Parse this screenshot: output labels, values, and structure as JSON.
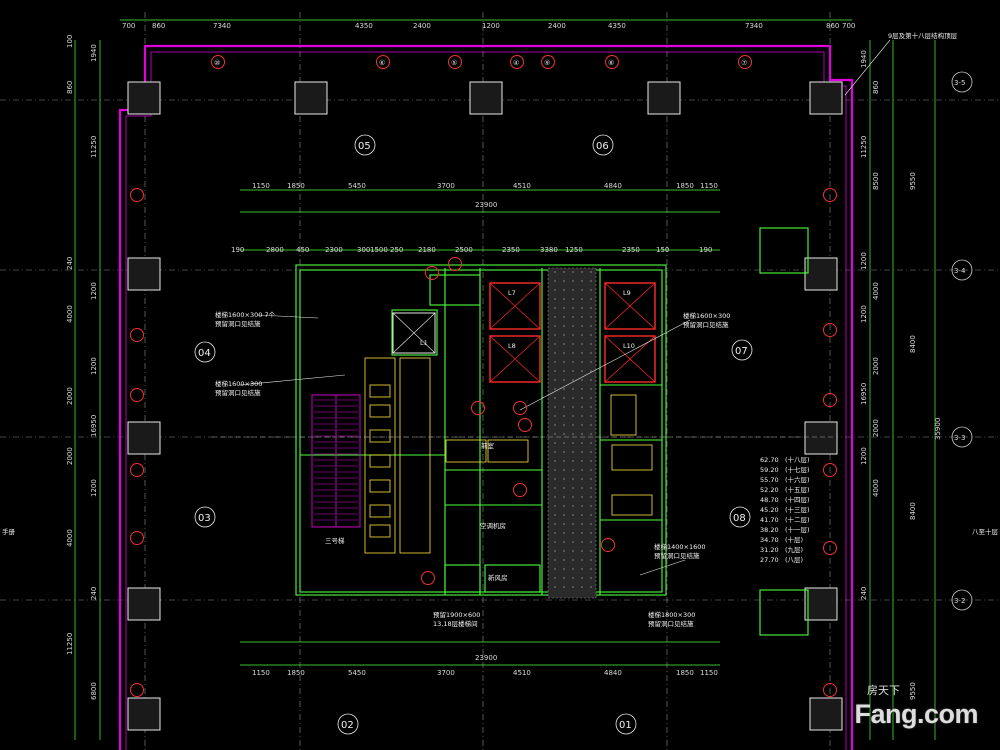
{
  "top_dims": [
    "700",
    "860",
    "7340",
    "4350",
    "2400",
    "1200",
    "2400",
    "4350",
    "7340",
    "860",
    "700"
  ],
  "top_axis_labels": [
    "⑩",
    "⑨",
    "⑧",
    "⑦",
    "⑥",
    "⑤",
    "④"
  ],
  "left_dims": [
    "100",
    "1940",
    "860",
    "11250",
    "240",
    "1200",
    "4000",
    "1200",
    "2000",
    "16950",
    "2000",
    "1200",
    "4000",
    "240",
    "11250",
    "6800"
  ],
  "right_dims_outer": [
    "9550",
    "8400",
    "35900",
    "8400",
    "9550"
  ],
  "right_dims_inner": [
    "1940",
    "860",
    "11250",
    "8500",
    "1200",
    "4000",
    "1200",
    "2000",
    "16950",
    "2000",
    "1200",
    "4000",
    "240"
  ],
  "right_axis_labels": [
    "3-5",
    "3-4",
    "3-3",
    "3-2"
  ],
  "core_top_dims": [
    "1150",
    "1850",
    "5450",
    "3700",
    "4510",
    "4840",
    "1850",
    "1150"
  ],
  "core_total_top": "23900",
  "core_row2_dims": [
    "190",
    "2800",
    "450",
    "2300",
    "300",
    "1500",
    "250",
    "2180",
    "2500",
    "2350",
    "3380",
    "1250",
    "2350",
    "150",
    "190"
  ],
  "core_total_bottom": "23900",
  "core_bottom_dims": [
    "1150",
    "1850",
    "5450",
    "3700",
    "4510",
    "4840",
    "1850",
    "1150"
  ],
  "zones": [
    "05",
    "06",
    "04",
    "07",
    "03",
    "08",
    "02",
    "01"
  ],
  "elevators": [
    "L7",
    "L8",
    "L9",
    "L10",
    "L1"
  ],
  "rooms": {
    "stair_left": "三号梯",
    "fresh_air": "新风房",
    "ac_machine": "空调机房",
    "corridor": "前室"
  },
  "notes": {
    "top_right": "9层及第十八层结构顶层",
    "left_1": "楼梯1600×300 7个",
    "left_1b": "预留洞口见结施",
    "left_2": "楼梯1600×300",
    "left_2b": "预留洞口见结施",
    "mid_right": "楼梯1600×300",
    "mid_right_b": "预留洞口见结施",
    "right_lower_1": "楼梯1400×1600",
    "right_lower_1b": "预留洞口见结施",
    "right_lower_2": "楼梯1800×300",
    "right_lower_2b": "预留洞口见结施",
    "bottom_mid_1": "预留1900×600",
    "bottom_mid_2": "13,18层楼梯间",
    "far_right": "八至十层",
    "far_left": "手册"
  },
  "level_table": [
    {
      "elev": "62.70",
      "label": "(十八层)"
    },
    {
      "elev": "59.20",
      "label": "(十七层)"
    },
    {
      "elev": "55.70",
      "label": "(十六层)"
    },
    {
      "elev": "52.20",
      "label": "(十五层)"
    },
    {
      "elev": "48.70",
      "label": "(十四层)"
    },
    {
      "elev": "45.20",
      "label": "(十三层)"
    },
    {
      "elev": "41.70",
      "label": "(十二层)"
    },
    {
      "elev": "38.20",
      "label": "(十一层)"
    },
    {
      "elev": "34.70",
      "label": "(十层)"
    },
    {
      "elev": "31.20",
      "label": "(九层)"
    },
    {
      "elev": "27.70",
      "label": "(八层)"
    }
  ],
  "watermark": {
    "brand": "Fang.com",
    "cn": "房天下"
  },
  "colors": {
    "magenta": "#e000e0",
    "green": "#4cff3c",
    "red": "#ff2a2a",
    "yellow": "#ffe63a",
    "white": "#e8e8e8",
    "grey": "#9a9a9a",
    "cyan": "#3fd0ff"
  }
}
